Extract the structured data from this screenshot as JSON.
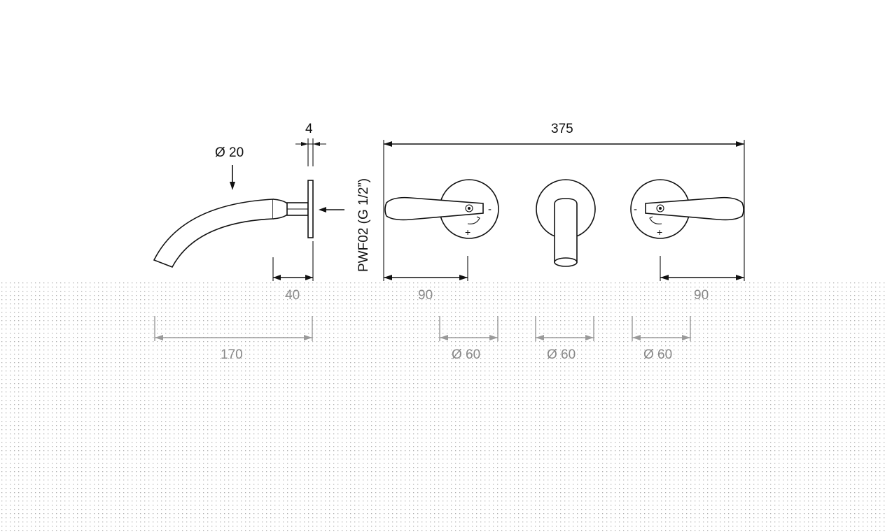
{
  "drawing": {
    "dimensions": {
      "spout_diameter": "Ø 20",
      "plate_thickness": "4",
      "total_width": "375",
      "spout_projection_base": "40",
      "spout_length": "170",
      "left_offset": "90",
      "right_offset": "90",
      "left_plate_diameter": "Ø 60",
      "center_plate_diameter": "Ø 60",
      "right_plate_diameter": "Ø 60"
    },
    "connection_label": "PWF02 (G 1/2”)",
    "handle_symbols": {
      "minus": "-",
      "plus": "+"
    }
  },
  "colors": {
    "line": "#111111",
    "faded": "#9a9a9a",
    "background": "#ffffff",
    "dot_pattern": "#a8a8a8"
  }
}
